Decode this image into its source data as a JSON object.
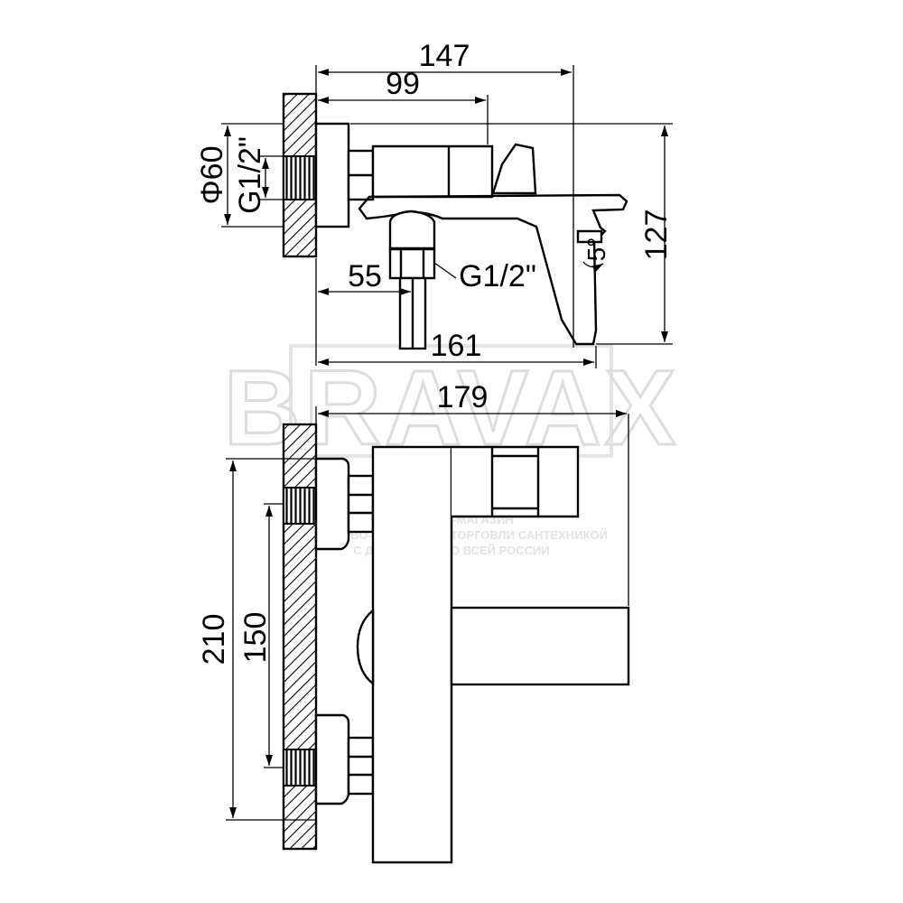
{
  "watermark": {
    "brand": "BRAVAX",
    "line1": "ИНТЕРНЕТ-МАГАЗИН",
    "line2": "ОПТОВО-РОЗНИЧНОЙ ТОРГОВЛИ САНТЕХНИКОЙ",
    "line3": "С ДОСТАВКОЙ ПО ВСЕЙ РОССИИ"
  },
  "side_view": {
    "dim_width_total": "147",
    "dim_width_body": "99",
    "dim_wall_diameter": "Φ60",
    "dim_wall_thread": "G1/2\"",
    "dim_height": "127",
    "dim_outlet_offset": "55",
    "dim_outlet_thread": "G1/2\"",
    "dim_length_total": "161",
    "dim_angle": "5°"
  },
  "top_view": {
    "dim_width": "179",
    "dim_height_total": "210",
    "dim_center_distance": "150"
  },
  "colors": {
    "line": "#000000",
    "background": "#ffffff",
    "watermark": "#dddddd"
  }
}
